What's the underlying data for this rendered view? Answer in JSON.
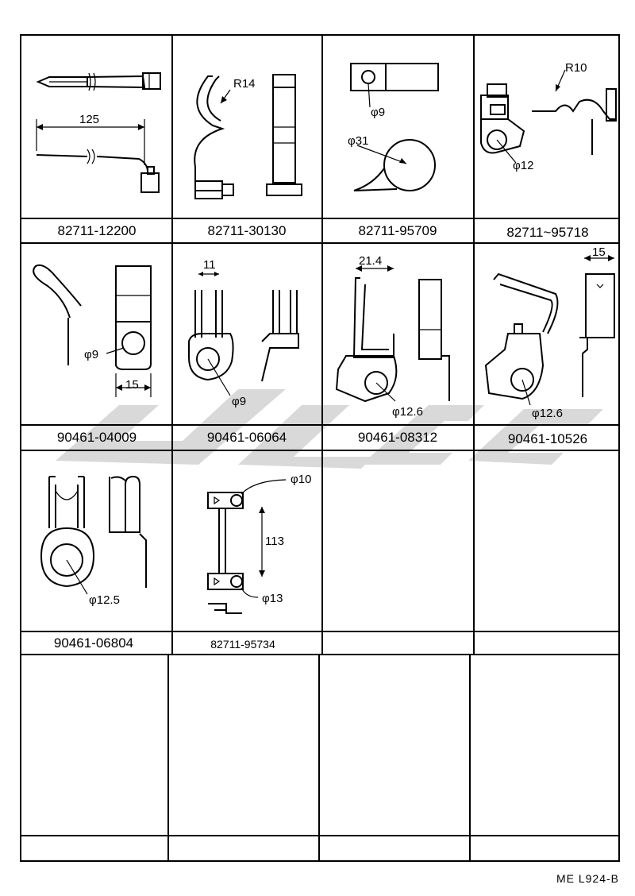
{
  "parts": [
    {
      "part_no": "82711-12200",
      "dims": [
        "125"
      ]
    },
    {
      "part_no": "82711-30130",
      "dims": [
        "R14"
      ]
    },
    {
      "part_no": "82711-95709",
      "dims": [
        "φ9",
        "φ31"
      ]
    },
    {
      "part_no": "82711~95718",
      "dims": [
        "R10",
        "φ12"
      ]
    },
    {
      "part_no": "90461-04009",
      "dims": [
        "φ9",
        "15"
      ]
    },
    {
      "part_no": "90461-06064",
      "dims": [
        "11",
        "φ9"
      ]
    },
    {
      "part_no": "90461-08312",
      "dims": [
        "21.4",
        "φ12.6"
      ]
    },
    {
      "part_no": "90461-10526",
      "dims": [
        "15",
        "φ12.6"
      ]
    },
    {
      "part_no": "90461-06804",
      "dims": [
        "φ12.5"
      ]
    },
    {
      "part_no": "82711-95734",
      "dims": [
        "φ10",
        "113",
        "φ13"
      ]
    }
  ],
  "footer": {
    "code": "ME  L924-B"
  }
}
